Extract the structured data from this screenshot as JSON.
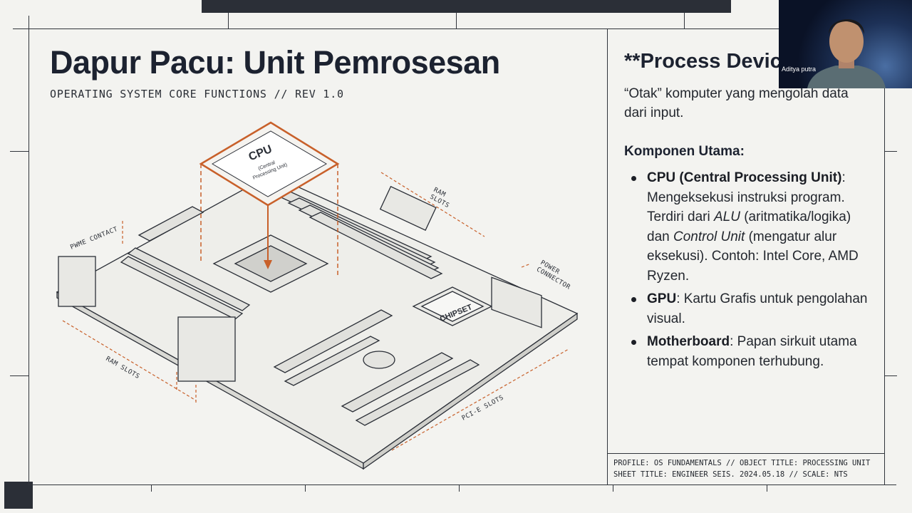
{
  "slide": {
    "title": "Dapur Pacu: Unit Pemrosesan",
    "subtitle": "OPERATING SYSTEM CORE FUNCTIONS // REV 1.0"
  },
  "diagram": {
    "cpu_label": "CPU",
    "cpu_sub1": "(Central",
    "cpu_sub2": "Processing Unit)",
    "chipset_label": "CHIPSET",
    "callouts": {
      "ram_top": "RAM\nSLOTS",
      "pwme_contact": "PWME CONTACT",
      "power_connector": "POWER\nCONNECTOR",
      "ram_bottom": "RAM SLOTS",
      "pcie": "PCI-E SLOTS"
    }
  },
  "panel": {
    "title": "**Process Device",
    "lead": "“Otak” komputer yang mengolah data dari input.",
    "subheading": "Komponen Utama:",
    "items": [
      {
        "term": "CPU (Central Processing Unit)",
        "text1": ": Mengeksekusi instruksi program. Terdiri dari ",
        "em1": "ALU",
        "text2": " (aritmatika/logika) dan ",
        "em2": "Control Unit",
        "text3": " (mengatur alur eksekusi). Contoh: Intel Core, AMD Ryzen."
      },
      {
        "term": "GPU",
        "text": ": Kartu Grafis untuk pengolahan visual."
      },
      {
        "term": "Motherboard",
        "text": ": Papan sirkuit utama tempat komponen terhubung."
      }
    ]
  },
  "footer": {
    "line1": "PROFILE: OS FUNDAMENTALS // OBJECT TITLE: PROCESSING UNIT",
    "line2": "SHEET TITLE: ENGINEER SEIS. 2024.05.18 // SCALE: NTS"
  },
  "webcam": {
    "name": "Aditya putra"
  },
  "colors": {
    "accent": "#c8602a",
    "ink": "#2b2f37",
    "paper": "#f3f3f0"
  }
}
